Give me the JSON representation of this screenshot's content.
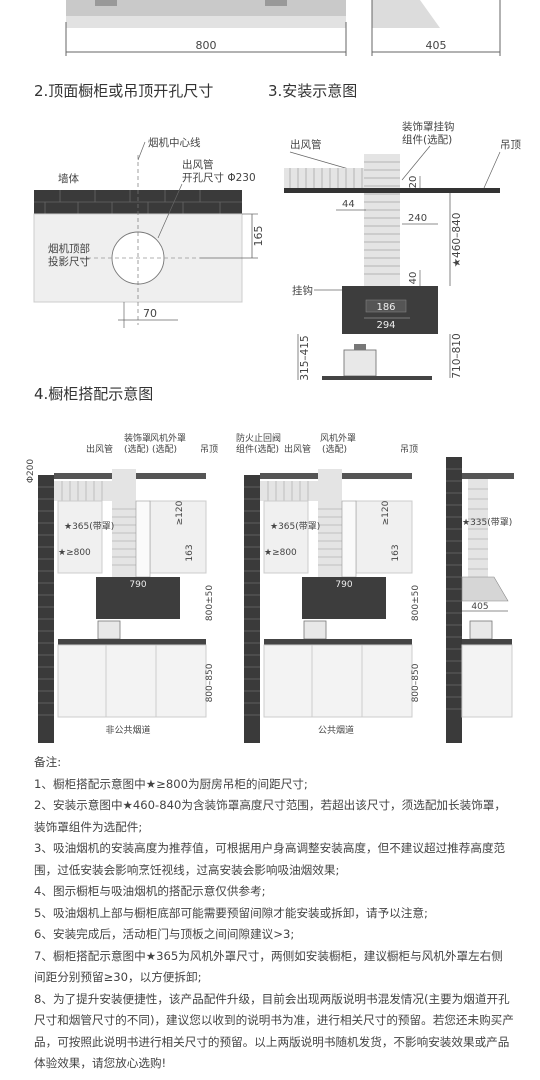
{
  "top": {
    "dim_left": "800",
    "dim_right": "405"
  },
  "section2": {
    "title": "2.顶面橱柜或吊顶开孔尺寸",
    "center_line": "烟机中心线",
    "wall": "墙体",
    "outlet_l1": "出风管",
    "outlet_l2": "开孔尺寸 Φ230",
    "proj_l1": "烟机顶部",
    "proj_l2": "投影尺寸",
    "dim_165": "165",
    "dim_70": "70"
  },
  "section3": {
    "title": "3.安装示意图",
    "outlet": "出风管",
    "hook_l1": "装饰罩挂钩",
    "hook_l2": "组件(选配)",
    "ceiling": "吊顶",
    "dim_20": "20",
    "dim_44": "44",
    "dim_240": "240",
    "dim_range": "★460–840",
    "dim_40": "40",
    "hook": "挂钩",
    "dim_186": "186",
    "dim_294": "294",
    "dim_710": "710–810",
    "dim_315": "315–415"
  },
  "section4": {
    "title": "4.橱柜搭配示意图",
    "phi200": "Φ200",
    "cover": "装饰罩",
    "cover_opt": "(选配)",
    "outlet": "出风管",
    "hood": "风机外罩",
    "hood_opt": "(选配)",
    "ceiling": "吊顶",
    "fire_l1": "防火止回阀",
    "fire_l2": "组件(选配)",
    "d365": "★365(带罩)",
    "d800": "★≥800",
    "d120": "≥120",
    "d163": "163",
    "d790": "790",
    "d800_50": "800±50",
    "d800_850": "800–850",
    "label_a": "非公共烟道",
    "label_b": "公共烟道",
    "d335": "★335(带罩)",
    "d405": "405"
  },
  "notes": {
    "heading": "备注:",
    "items": [
      "1、橱柜搭配示意图中★≥800为厨房吊柜的间距尺寸;",
      "2、安装示意图中★460-840为含装饰罩高度尺寸范围，若超出该尺寸，须选配加长装饰罩，装饰罩组件为选配件;",
      "3、吸油烟机的安装高度为推荐值，可根据用户身高调整安装高度，但不建议超过推荐高度范围，过低安装会影响烹饪视线，过高安装会影响吸油烟效果;",
      "4、图示橱柜与吸油烟机的搭配示意仅供参考;",
      "5、吸油烟机上部与橱柜底部可能需要预留间隙才能安装或拆卸，请予以注意;",
      "6、安装完成后，活动柜门与顶板之间间隙建议>3;",
      "7、橱柜搭配示意图中★365为风机外罩尺寸，两侧如安装橱柜，建议橱柜与风机外罩左右侧间距分别预留≥30，以方便拆卸;",
      "8、为了提升安装便捷性，该产品配件升级，目前会出现两版说明书混发情况(主要为烟道开孔尺寸和烟管尺寸的不同)，建议您以收到的说明书为准，进行相关尺寸的预留。若您还未购买产品，可按照此说明书进行相关尺寸的预留。以上两版说明书随机发货，不影响安装效果或产品体验效果，请您放心选购!"
    ]
  }
}
